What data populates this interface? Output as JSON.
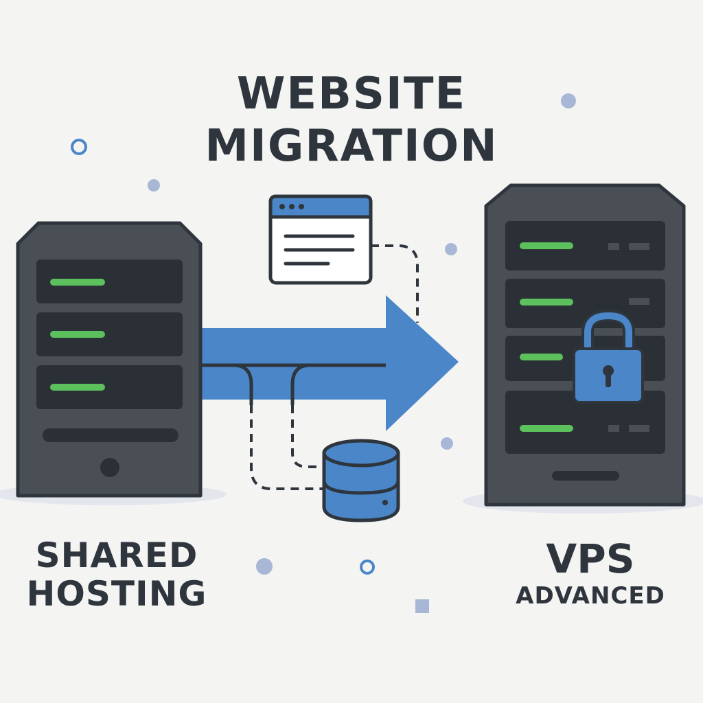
{
  "title": {
    "line1": "WEBSITE",
    "line2": "MIGRATION"
  },
  "source": {
    "line1": "SHARED",
    "line2": "HOSTING"
  },
  "destination": {
    "line1": "VPS",
    "line2": "ADVANCED"
  },
  "colors": {
    "background": "#f4f4f3",
    "server_body": "#4a4f55",
    "server_panel": "#2b3036",
    "outline": "#2e353d",
    "accent_blue": "#4a86c8",
    "led_green": "#5cc05c",
    "dot_blue": "#a9b7d6"
  },
  "icons": [
    "server-icon",
    "browser-window-icon",
    "database-icon",
    "padlock-icon",
    "arrow-right-icon"
  ]
}
